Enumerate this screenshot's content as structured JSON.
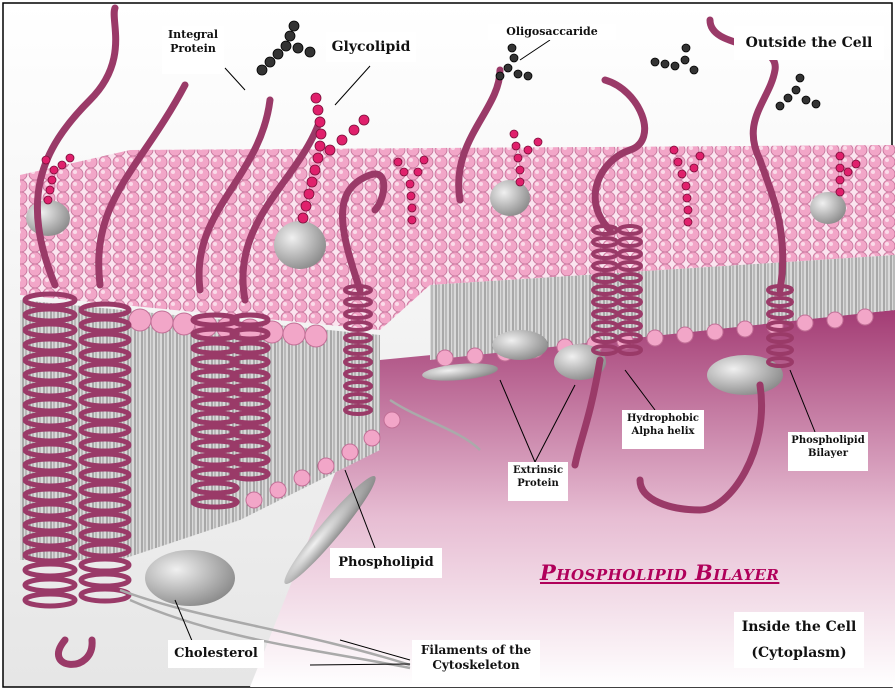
{
  "labels": {
    "integral_protein": [
      "Integral",
      "Protein"
    ],
    "glycolipid": "Glycolipid",
    "oligosaccharide": "Oligosaccaride",
    "outside": "Outside the Cell",
    "hydrophobic": [
      "Hydrophobic",
      "Alpha helix"
    ],
    "extrinsic": [
      "Extrinsic",
      "Protein"
    ],
    "phospholipid_bilayer": [
      "Phospholipid",
      "Bilayer"
    ],
    "phospholipid": "Phospholipid",
    "cholesterol": "Cholesterol",
    "filaments": [
      "Filaments of the",
      "Cytoskeleton"
    ],
    "inside": [
      "Inside the Cell",
      "(Cytoplasm)"
    ]
  },
  "title": "Phospholipid Bilayer",
  "colors": {
    "head": "#f2a6c8",
    "protein": "#9a3a68",
    "chain_pink": "#e0206c",
    "chain_dark": "#333333",
    "title": "#b0005a"
  }
}
